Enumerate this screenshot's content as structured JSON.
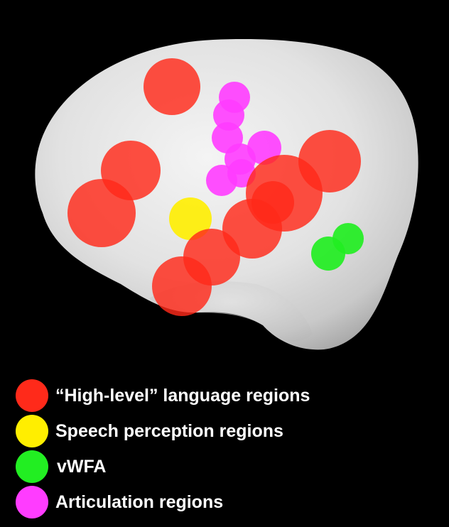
{
  "figure": {
    "background": "#000000",
    "brain_color": "#e6e6e6",
    "regions": [
      {
        "type": "high-level-language",
        "color": "#ff2a1a",
        "count": 9
      },
      {
        "type": "speech-perception",
        "color": "#ffee00",
        "count": 1
      },
      {
        "type": "vwfa",
        "color": "#22ee22",
        "count": 2
      },
      {
        "type": "articulation",
        "color": "#ff3cff",
        "count": 7
      }
    ]
  },
  "legend": {
    "items": [
      {
        "label": "“High-level” language regions",
        "color": "#ff2a1a"
      },
      {
        "label": "Speech perception regions",
        "color": "#ffee00"
      },
      {
        "label": "vWFA",
        "color": "#22ee22"
      },
      {
        "label": "Articulation regions",
        "color": "#ff3cff"
      }
    ]
  }
}
